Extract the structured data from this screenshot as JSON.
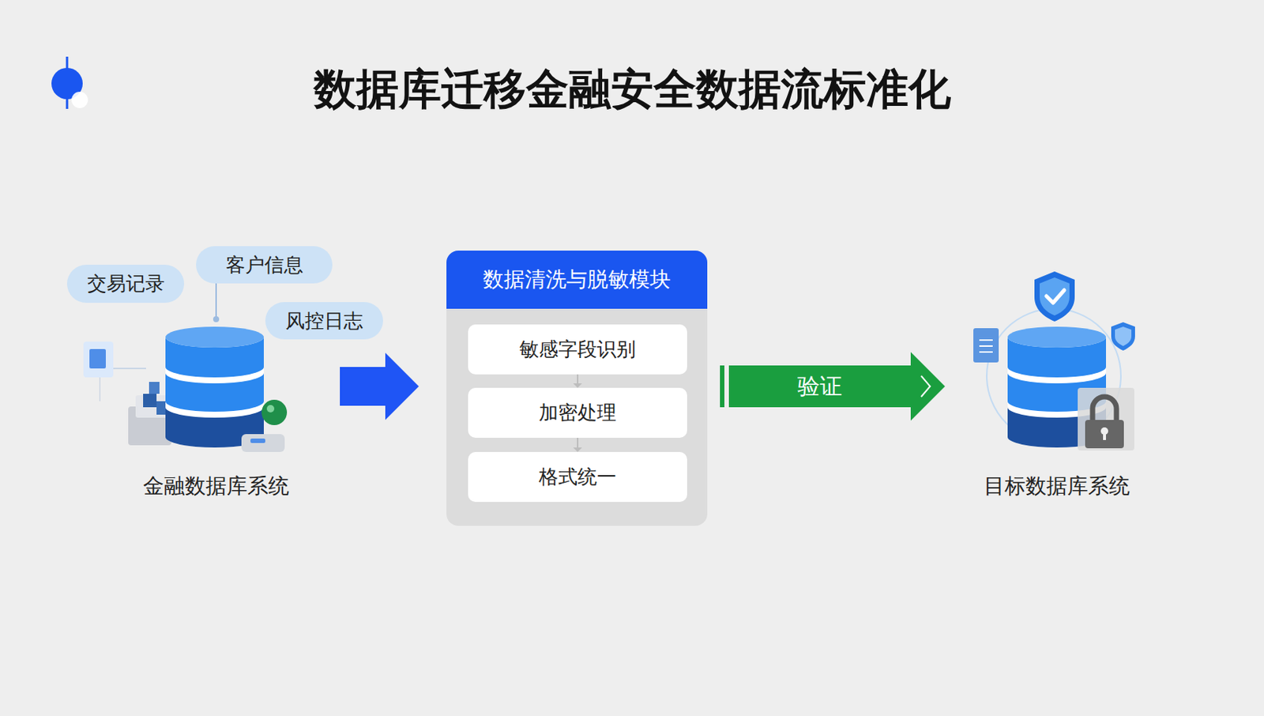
{
  "diagram": {
    "title": "数据库迁移金融安全数据流标准化",
    "nodes": [
      {
        "text": [
          "交易记录"
        ]
      },
      {
        "text": [
          "客户信息"
        ]
      },
      {
        "text": [
          "风控日志"
        ]
      },
      {
        "text": [
          "金融数据库系统"
        ]
      },
      {
        "text": [
          "数据清洗与脱敏模块"
        ]
      },
      {
        "text": [
          "敏感字段识别"
        ],
        "in": 4
      },
      {
        "text": [
          "加密处理"
        ],
        "in": 4
      },
      {
        "text": [
          "格式统一"
        ],
        "in": 4
      },
      {
        "text": [
          "目标数据库系统"
        ]
      }
    ],
    "edges": [
      {
        "from": 1,
        "to": 3,
        "arrow": "none"
      },
      {
        "from": 3,
        "to": 4,
        "arrow": "to"
      },
      {
        "from": 5,
        "to": 6,
        "arrow": "to"
      },
      {
        "from": 6,
        "to": 7,
        "arrow": "to"
      },
      {
        "from": 4,
        "to": 8,
        "arrow": "to",
        "label": "验证"
      }
    ]
  }
}
